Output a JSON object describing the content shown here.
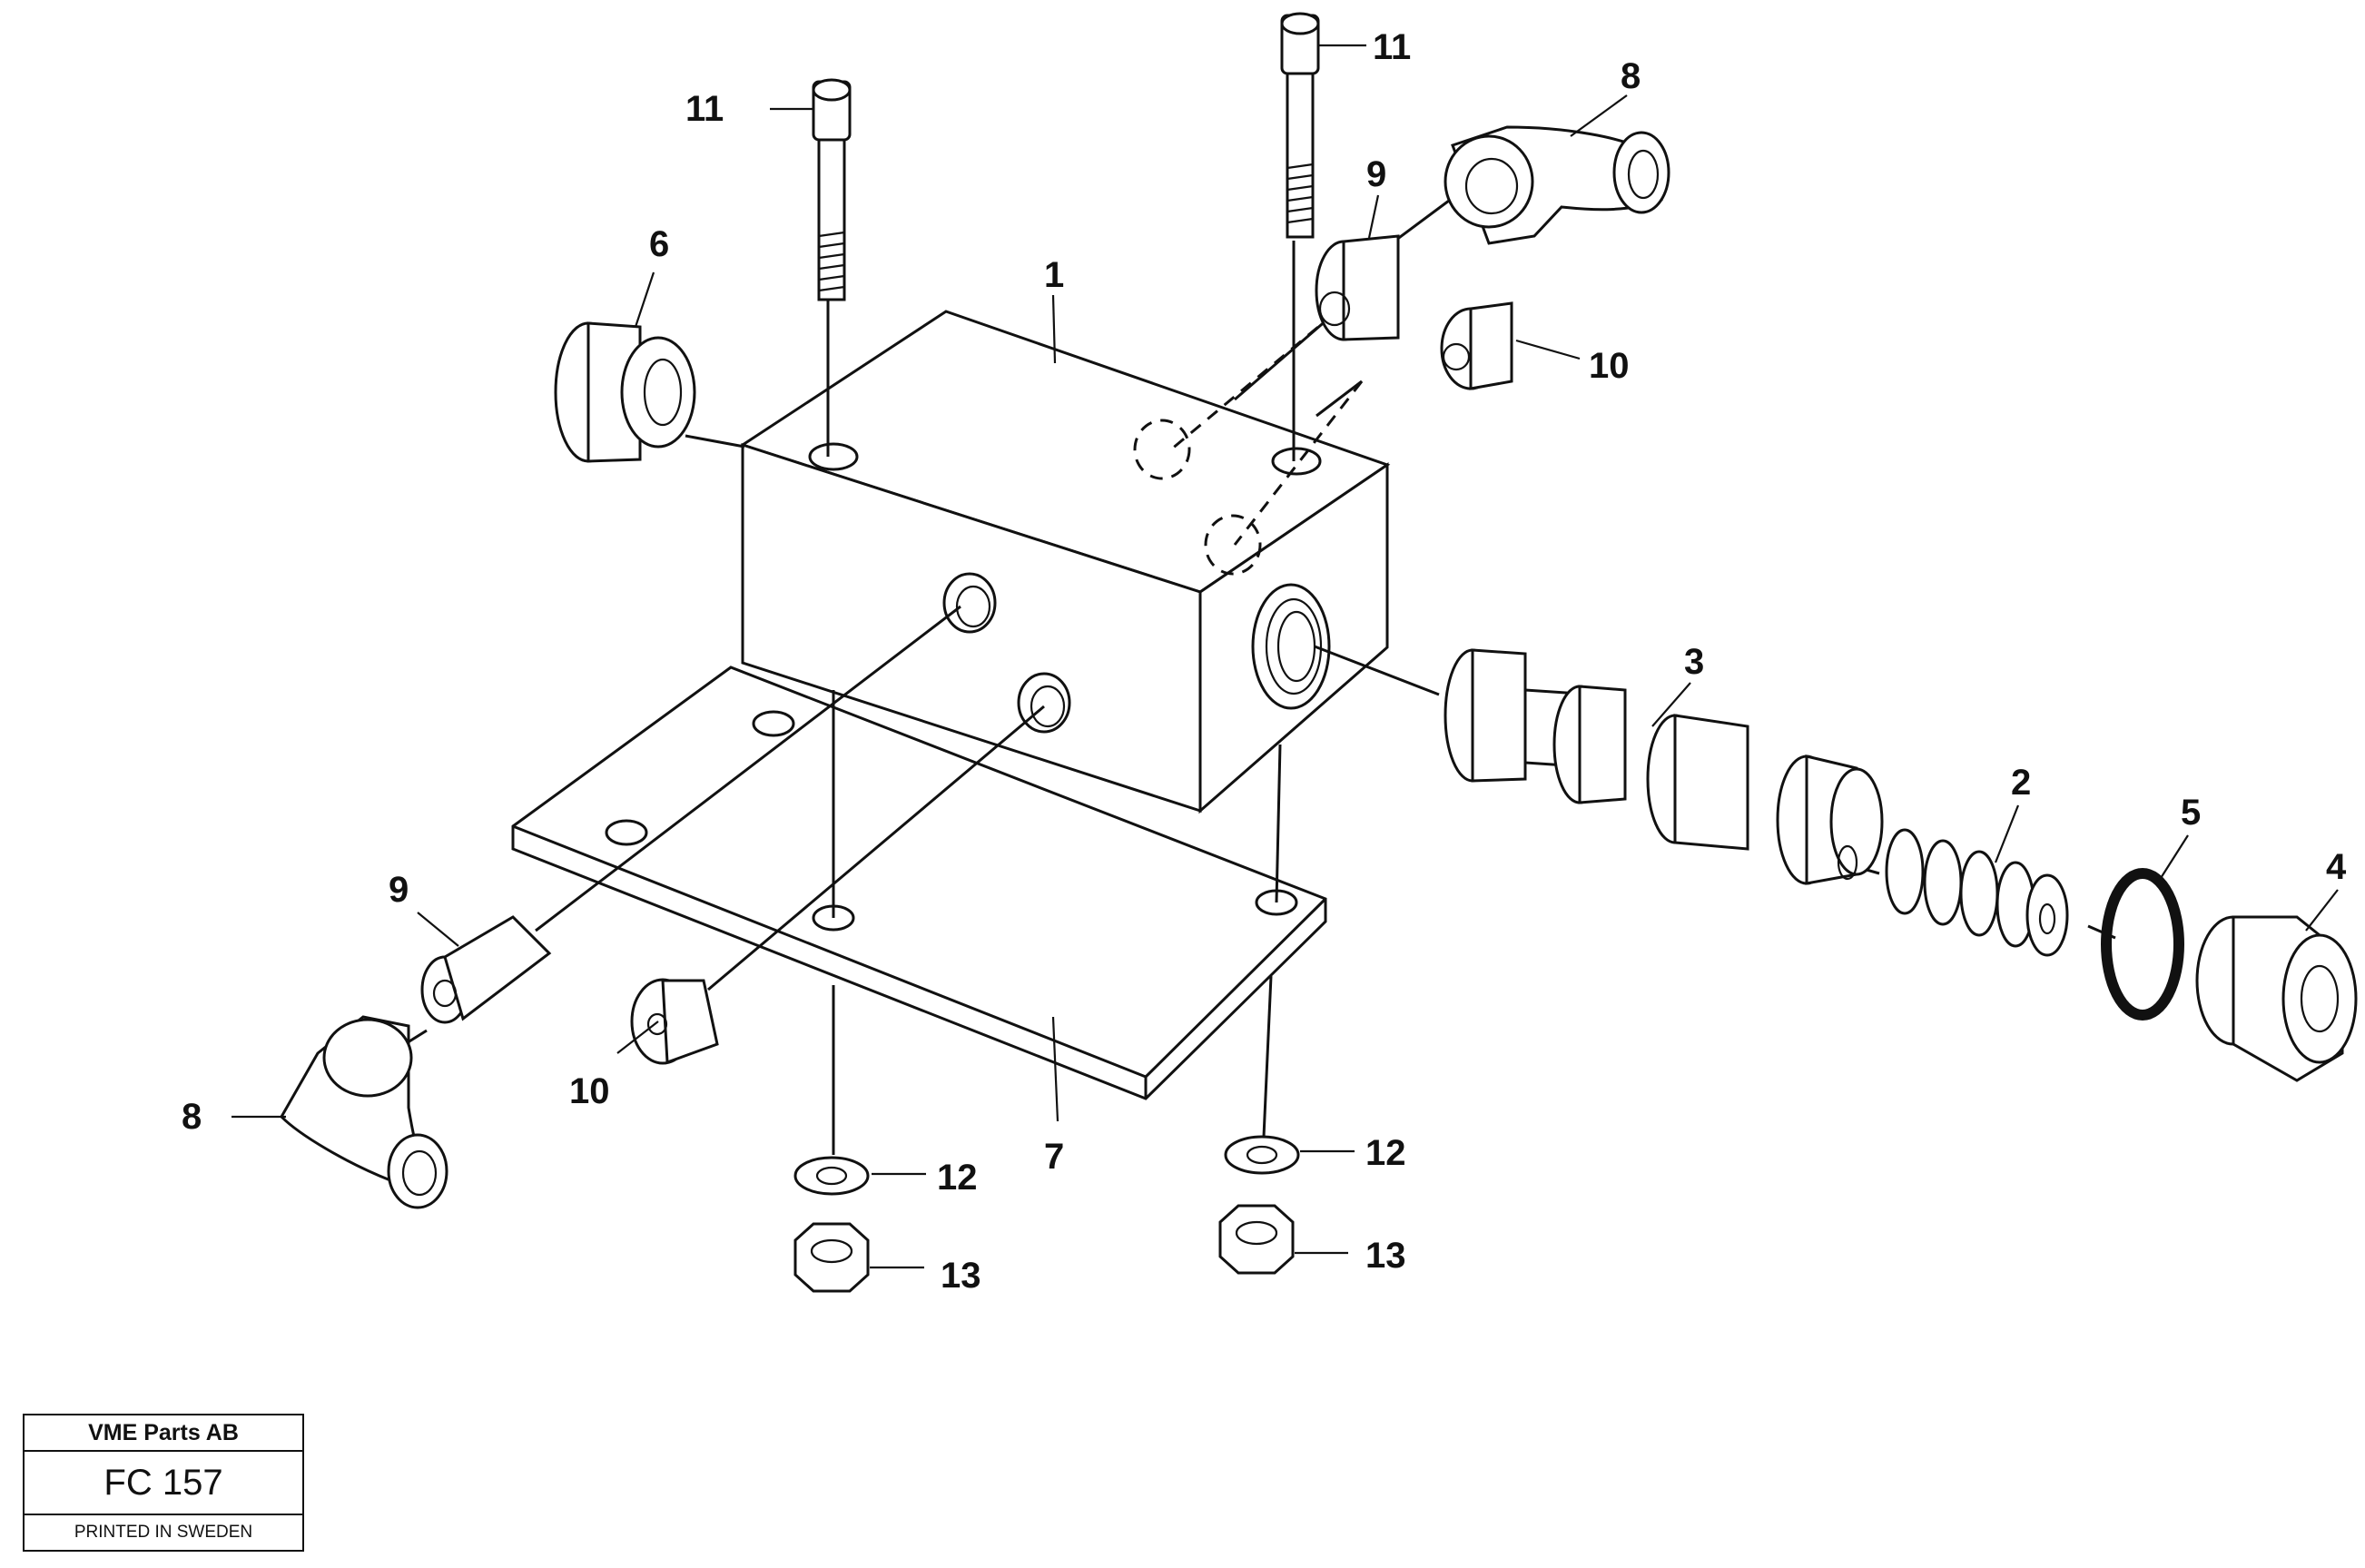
{
  "diagram": {
    "callouts": [
      {
        "id": "c1",
        "text": "1"
      },
      {
        "id": "c2",
        "text": "2"
      },
      {
        "id": "c3",
        "text": "3"
      },
      {
        "id": "c4",
        "text": "4"
      },
      {
        "id": "c5",
        "text": "5"
      },
      {
        "id": "c6",
        "text": "6"
      },
      {
        "id": "c7",
        "text": "7"
      },
      {
        "id": "c8a",
        "text": "8"
      },
      {
        "id": "c8b",
        "text": "8"
      },
      {
        "id": "c9a",
        "text": "9"
      },
      {
        "id": "c9b",
        "text": "9"
      },
      {
        "id": "c10a",
        "text": "10"
      },
      {
        "id": "c10b",
        "text": "10"
      },
      {
        "id": "c11a",
        "text": "11"
      },
      {
        "id": "c11b",
        "text": "11"
      },
      {
        "id": "c12a",
        "text": "12"
      },
      {
        "id": "c12b",
        "text": "12"
      },
      {
        "id": "c13a",
        "text": "13"
      },
      {
        "id": "c13b",
        "text": "13"
      }
    ]
  },
  "title_block": {
    "company": "VME Parts AB",
    "code": "FC 157",
    "printed": "PRINTED IN SWEDEN"
  }
}
